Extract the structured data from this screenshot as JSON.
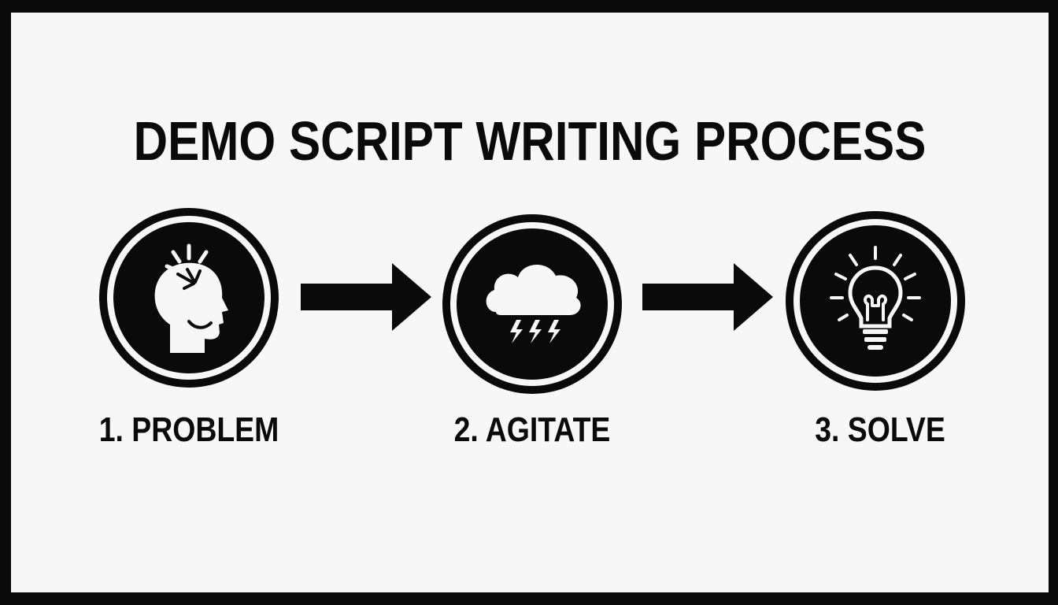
{
  "diagram": {
    "title": "DEMO SCRIPT WRITING PROCESS",
    "steps": [
      {
        "label": "1. PROBLEM",
        "icon": "head-pain-icon"
      },
      {
        "label": "2. AGITATE",
        "icon": "storm-cloud-icon"
      },
      {
        "label": "3. SOLVE",
        "icon": "lightbulb-icon"
      }
    ],
    "colors": {
      "foreground": "#0a0a0a",
      "background": "#f7f7f7"
    }
  }
}
